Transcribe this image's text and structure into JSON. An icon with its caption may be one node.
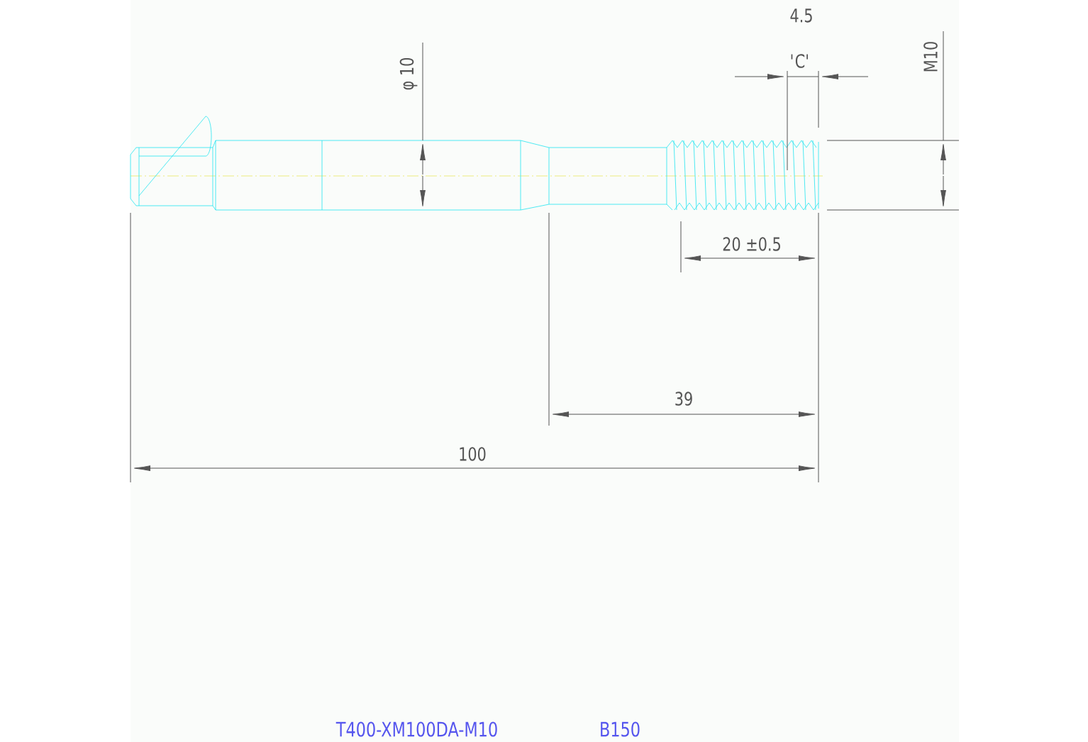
{
  "diagram": {
    "labels": [
      "4.5",
      "'C'",
      "M10",
      "φ 10",
      "20 ±0.5",
      "39",
      "100",
      "T400-XM100DA-M10",
      "B150"
    ]
  }
}
